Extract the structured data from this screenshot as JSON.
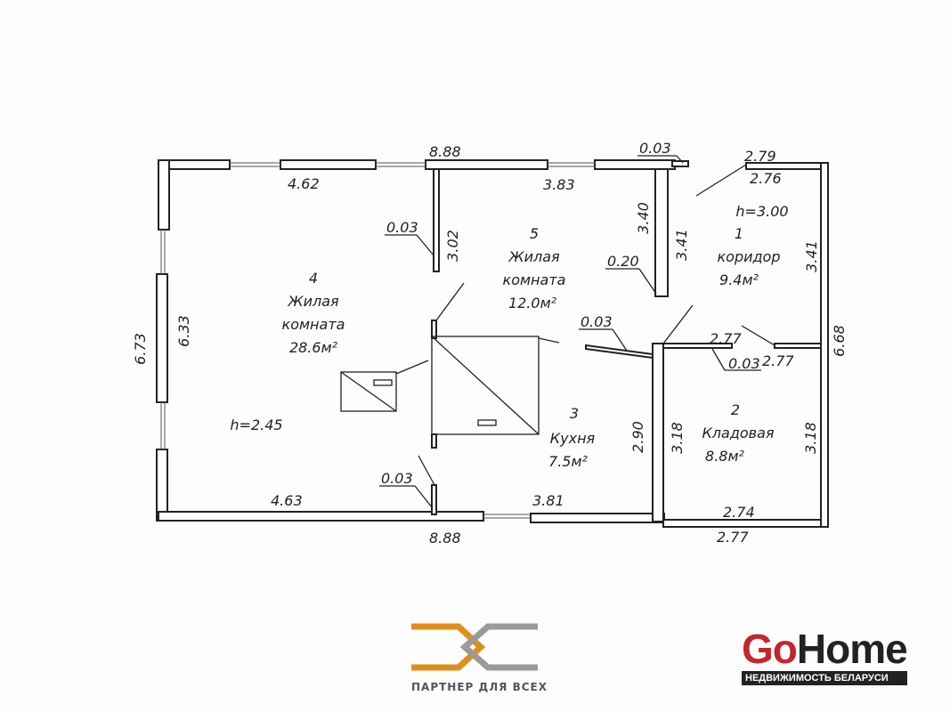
{
  "plan": {
    "rooms": [
      {
        "number": "1",
        "name": "коридор",
        "area": "9.4м²",
        "height": "h=3.00"
      },
      {
        "number": "2",
        "name": "Кладовая",
        "area": "8.8м²"
      },
      {
        "number": "3",
        "name": "Кухня",
        "area": "7.5м²"
      },
      {
        "number": "4",
        "name": "Жилая",
        "name2": "комната",
        "area": "28.6м²",
        "height": "h=2.45"
      },
      {
        "number": "5",
        "name": "Жилая",
        "name2": "комната",
        "area": "12.0м²"
      }
    ],
    "dimensions": {
      "top_total": "8.88",
      "bottom_total": "8.88",
      "room4_top": "4.62",
      "room4_bottom": "4.63",
      "room4_left_outer": "6.73",
      "room4_left_inner": "6.33",
      "room5_top": "3.83",
      "room5_left_wall": "3.02",
      "room5_right": "3.40",
      "wall_thick_top": "0.03",
      "wall_thick_45": "0.03",
      "wall_thick_bottom": "0.03",
      "wall_020": "0.20",
      "corridor_left": "3.41",
      "corridor_right": "3.41",
      "corridor_top_outer": "2.79",
      "corridor_top_inner": "2.76",
      "kitchen_partition": "0.03",
      "kitchen_right": "2.90",
      "kitchen_bottom": "3.81",
      "corridor_bottom_a": "2.77",
      "corridor_partition": "0.03",
      "corridor_bottom_b": "2.77",
      "storage_left": "3.18",
      "storage_right": "3.18",
      "storage_bottom_inner": "2.74",
      "storage_bottom_outer": "2.77",
      "right_total": "6.68"
    }
  },
  "logos": {
    "partner_tagline": "ПАРТНЕР ДЛЯ ВСЕХ",
    "gohome_go": "Go",
    "gohome_home": "Home",
    "gohome_tagline": "НЕДВИЖИМОСТЬ БЕЛАРУСИ",
    "colors": {
      "orange": "#e08e1b",
      "gray": "#9a9a9a",
      "red": "#c4262b",
      "dark": "#222222"
    }
  }
}
